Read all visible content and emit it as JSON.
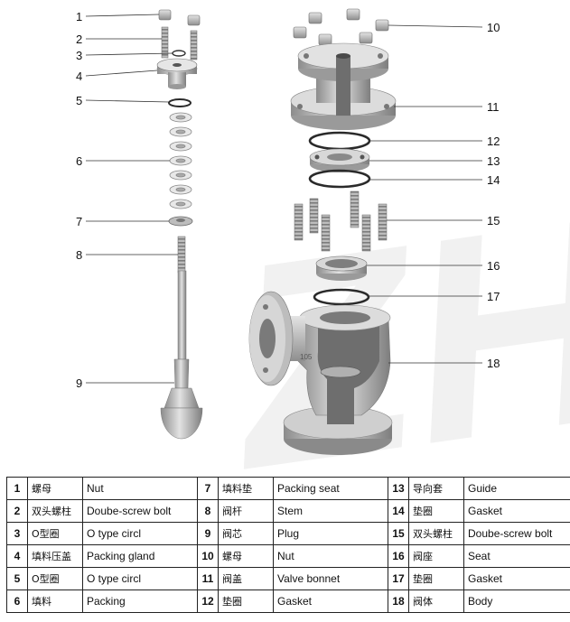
{
  "callouts": [
    "1",
    "2",
    "3",
    "4",
    "5",
    "6",
    "7",
    "8",
    "9",
    "10",
    "11",
    "12",
    "13",
    "14",
    "15",
    "16",
    "17",
    "18"
  ],
  "watermark": "ZH",
  "body_marking": "105",
  "parts": [
    {
      "no": "1",
      "cn": "螺母",
      "en": "Nut"
    },
    {
      "no": "2",
      "cn": "双头螺柱",
      "en": "Doube-screw bolt"
    },
    {
      "no": "3",
      "cn": "O型圈",
      "en": "O type circl"
    },
    {
      "no": "4",
      "cn": "填料压盖",
      "en": "Packing gland"
    },
    {
      "no": "5",
      "cn": "O型圈",
      "en": "O type circl"
    },
    {
      "no": "6",
      "cn": "填料",
      "en": "Packing"
    },
    {
      "no": "7",
      "cn": "填料垫",
      "en": "Packing seat"
    },
    {
      "no": "8",
      "cn": "阀杆",
      "en": "Stem"
    },
    {
      "no": "9",
      "cn": "阀芯",
      "en": "Plug"
    },
    {
      "no": "10",
      "cn": "螺母",
      "en": "Nut"
    },
    {
      "no": "11",
      "cn": "阀盖",
      "en": "Valve bonnet"
    },
    {
      "no": "12",
      "cn": "垫圈",
      "en": "Gasket"
    },
    {
      "no": "13",
      "cn": "导向套",
      "en": "Guide"
    },
    {
      "no": "14",
      "cn": "垫圈",
      "en": "Gasket"
    },
    {
      "no": "15",
      "cn": "双头螺柱",
      "en": "Doube-screw bolt"
    },
    {
      "no": "16",
      "cn": "阀座",
      "en": "Seat"
    },
    {
      "no": "17",
      "cn": "垫圈",
      "en": "Gasket"
    },
    {
      "no": "18",
      "cn": "阀体",
      "en": "Body"
    }
  ],
  "colors": {
    "metal_light": "#d9d9d9",
    "metal_mid": "#a8a8a8",
    "metal_dark": "#7a7a7a",
    "leader": "#333333",
    "gasket": "#2a2a2a"
  }
}
